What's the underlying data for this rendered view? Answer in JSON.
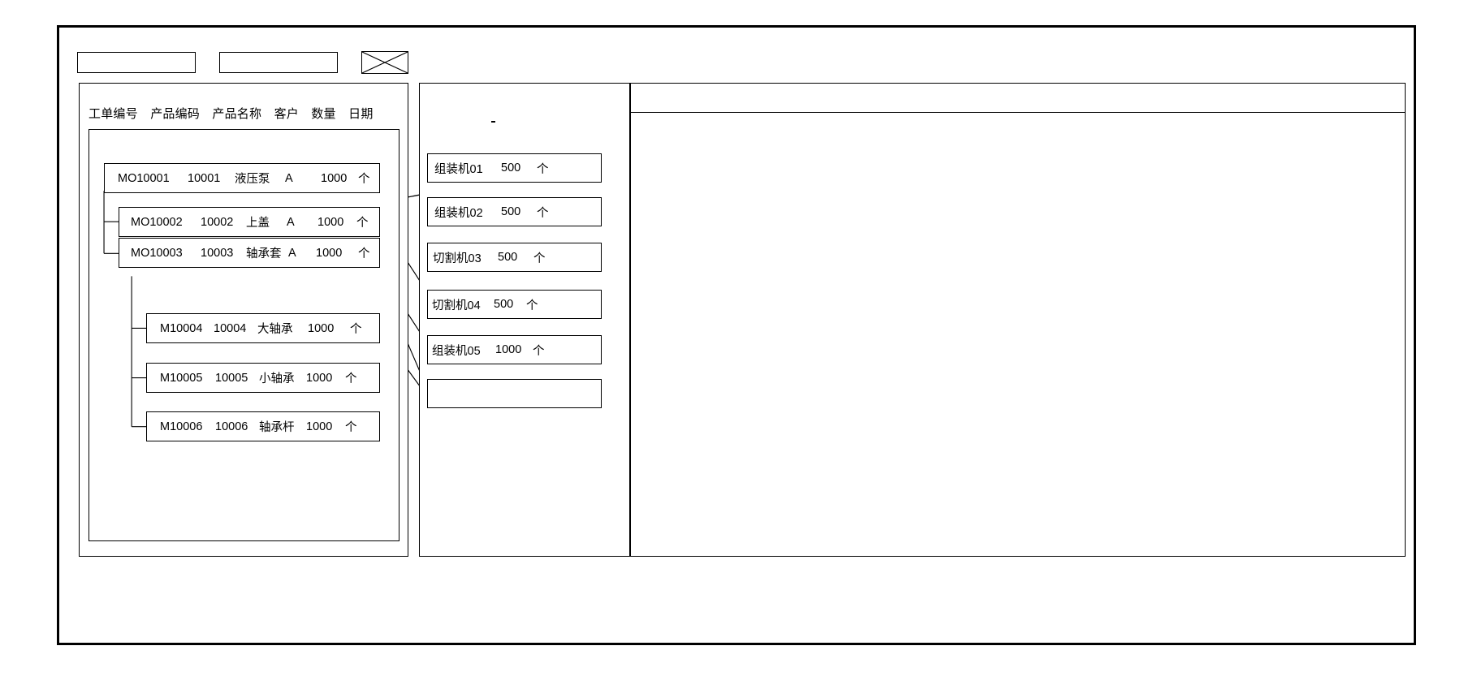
{
  "window": {
    "title": ""
  },
  "toolbar": {
    "buttons": [
      {
        "name": "toolbar-box-1",
        "label": ""
      },
      {
        "name": "toolbar-box-2",
        "label": ""
      }
    ],
    "image_placeholder": {
      "name": "image-placeholder-icon",
      "label": ""
    }
  },
  "work_order_panel": {
    "columns": [
      "工单编号",
      "产品编码",
      "产品名称",
      "客户",
      "数量",
      "日期"
    ],
    "rows": [
      {
        "order_no": "MO10001",
        "product_code": "10001",
        "product_name": "液压泵",
        "customer": "A",
        "qty": "1000",
        "unit": "个",
        "date": "",
        "level": 0
      },
      {
        "order_no": "MO10002",
        "product_code": "10002",
        "product_name": "上盖",
        "customer": "A",
        "qty": "1000",
        "unit": "个",
        "date": "",
        "level": 1
      },
      {
        "order_no": "MO10003",
        "product_code": "10003",
        "product_name": "轴承套",
        "customer": "A",
        "qty": "1000",
        "unit": "个",
        "date": "",
        "level": 1
      },
      {
        "order_no": "M10004",
        "product_code": "10004",
        "product_name": "大轴承",
        "customer": "",
        "qty": "1000",
        "unit": "个",
        "date": "",
        "level": 2
      },
      {
        "order_no": "M10005",
        "product_code": "10005",
        "product_name": "小轴承",
        "customer": "",
        "qty": "1000",
        "unit": "个",
        "date": "",
        "level": 2
      },
      {
        "order_no": "M10006",
        "product_code": "10006",
        "product_name": "轴承杆",
        "customer": "",
        "qty": "1000",
        "unit": "个",
        "date": "",
        "level": 2
      }
    ]
  },
  "machine_panel": {
    "marker": "",
    "cards": [
      {
        "machine": "组装机01",
        "qty": "500",
        "unit": "个"
      },
      {
        "machine": "组装机02",
        "qty": "500",
        "unit": "个"
      },
      {
        "machine": "切割机03",
        "qty": "500",
        "unit": "个"
      },
      {
        "machine": "切割机04",
        "qty": "500",
        "unit": "个"
      },
      {
        "machine": "组装机05",
        "qty": "1000",
        "unit": "个"
      },
      {
        "machine": "",
        "qty": "",
        "unit": ""
      }
    ]
  },
  "detail_panel": {
    "header": "",
    "body": ""
  },
  "colors": {
    "stroke": "#000000",
    "background": "#ffffff"
  }
}
